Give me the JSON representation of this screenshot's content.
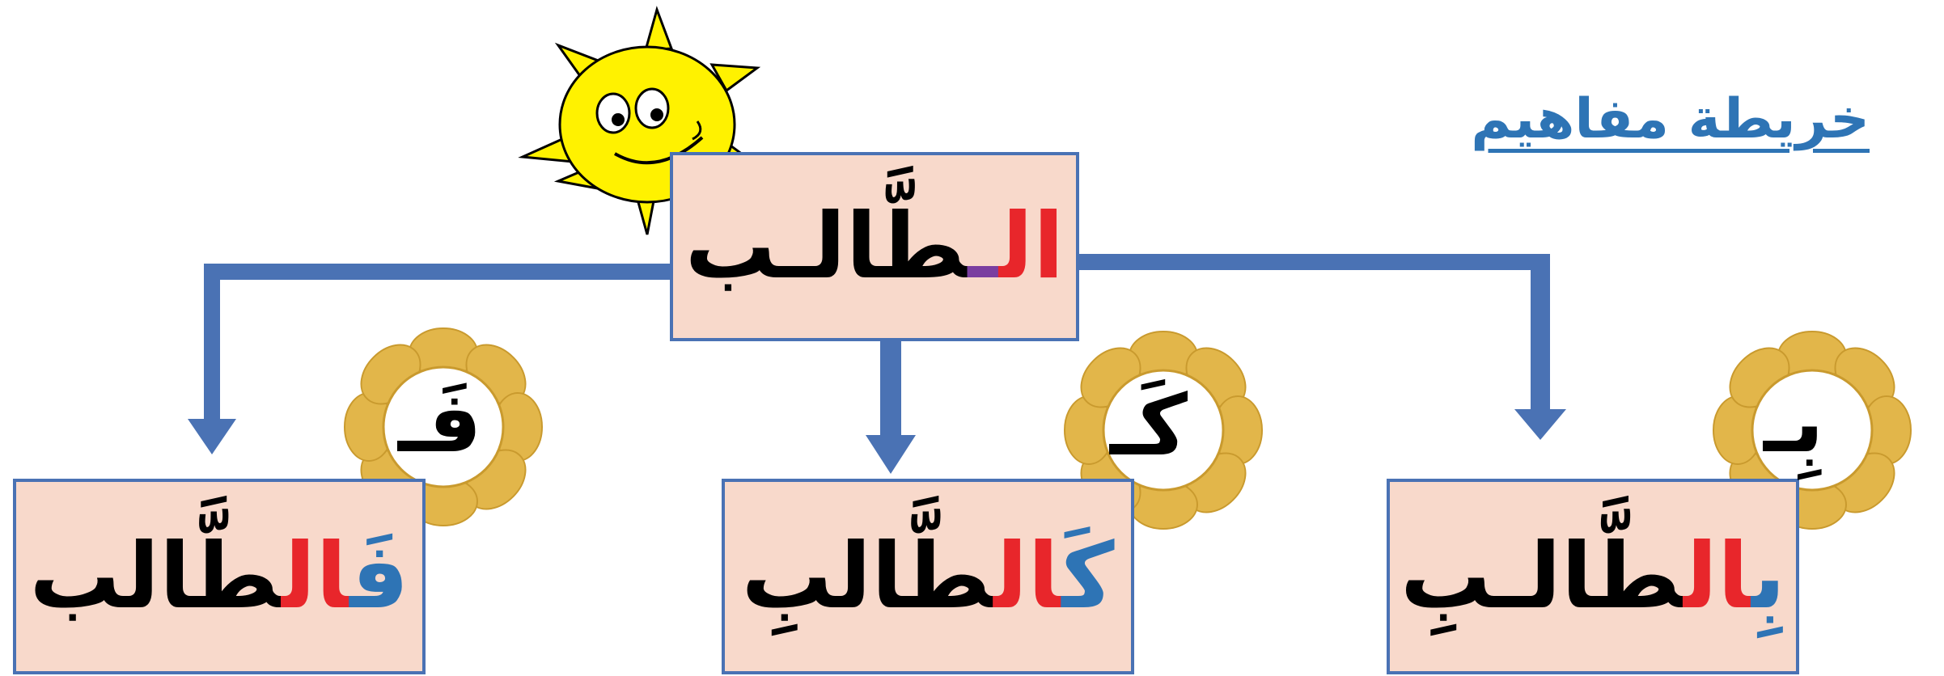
{
  "title": "خريطة مفاهيم",
  "root": {
    "segments": [
      {
        "text": "ال",
        "color": "#e8262b"
      },
      {
        "text": "ـ",
        "color": "#7a3ea0"
      },
      {
        "text": "طَّالـب",
        "color": "#000000"
      }
    ]
  },
  "children": [
    {
      "prefix": "بِـ",
      "segments": [
        {
          "text": "بِ",
          "color": "#2e74b5"
        },
        {
          "text": "ال",
          "color": "#e8262b"
        },
        {
          "text": "طَّالـبِ",
          "color": "#000000"
        }
      ]
    },
    {
      "prefix": "كَـ",
      "segments": [
        {
          "text": "كَ",
          "color": "#2e74b5"
        },
        {
          "text": "ال",
          "color": "#e8262b"
        },
        {
          "text": "طَّالبِ",
          "color": "#000000"
        }
      ]
    },
    {
      "prefix": "فَـ",
      "segments": [
        {
          "text": "فَ",
          "color": "#2e74b5"
        },
        {
          "text": "ال",
          "color": "#e8262b"
        },
        {
          "text": "طَّالب",
          "color": "#000000"
        }
      ]
    }
  ],
  "colors": {
    "title": "#2e74b5",
    "box_fill": "#f8d9cb",
    "box_border": "#4a72b4",
    "connector": "#4a72b4",
    "sun": "#fff200",
    "flower": "#e2b64a"
  },
  "icons": [
    "sun-icon",
    "flower-badge-icon"
  ]
}
